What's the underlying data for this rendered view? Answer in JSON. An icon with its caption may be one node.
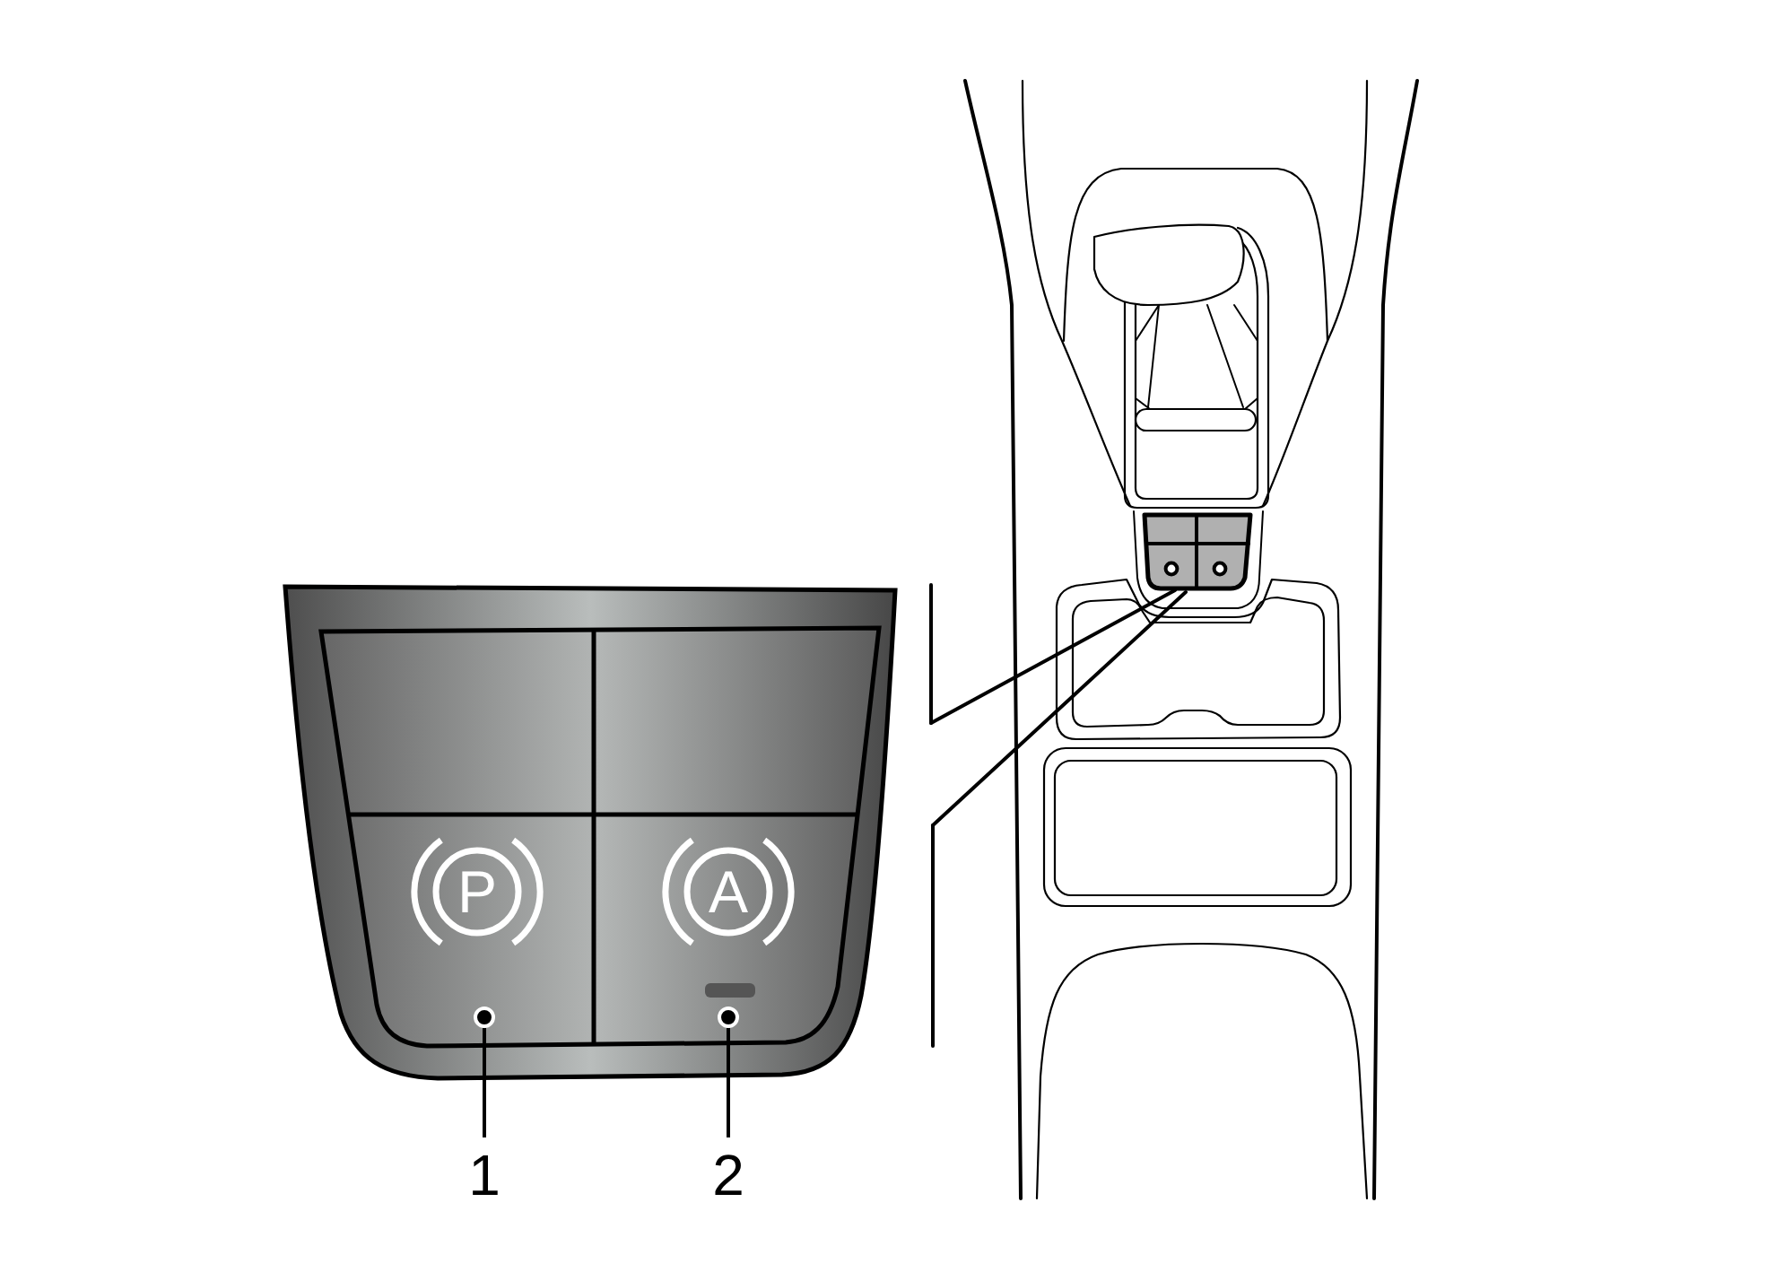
{
  "diagram": {
    "nodes": [
      {
        "text": [
          "1"
        ]
      },
      {
        "text": [],
        "shape": "circle"
      },
      {
        "text": [
          "2"
        ]
      },
      {
        "text": [],
        "shape": "circle"
      }
    ],
    "edges": [
      {
        "from": 0,
        "to": 1,
        "arrow": "none"
      },
      {
        "from": 2,
        "to": 3,
        "arrow": "none"
      }
    ],
    "labels": [
      "P",
      "A"
    ]
  }
}
